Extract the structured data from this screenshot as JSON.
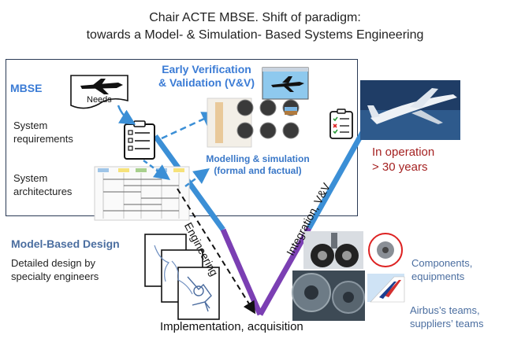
{
  "title": {
    "line1": "Chair ACTE MBSE. Shift of paradigm:",
    "line2": "towards a Model- & Simulation- Based Systems Engineering"
  },
  "mbse": {
    "heading": "MBSE",
    "needs": "Needs",
    "system_requirements": [
      "System",
      "requirements"
    ],
    "system_architectures": [
      "System",
      "architectures"
    ]
  },
  "early_vv": [
    "Early Verification",
    "& Validation (V&V)"
  ],
  "modelling": [
    "Modelling & simulation",
    "(formal and factual)"
  ],
  "v_labels": {
    "engineering": "Engineering",
    "integration": "Integration, V&V"
  },
  "operation": [
    "In operation",
    "> 30 years"
  ],
  "model_based_design": {
    "heading": "Model-Based Design",
    "detail": [
      "Detailed design by",
      "specialty engineers"
    ]
  },
  "components": [
    "Components,",
    "equipments"
  ],
  "teams": [
    "Airbus’s teams,",
    "suppliers’ teams"
  ],
  "bottom": "Implementation, acquisition",
  "colors": {
    "v_blue": "#3b8fd6",
    "v_purple": "#7b3fb3",
    "box_border": "#2a3a55",
    "accent_red": "#a52222"
  }
}
